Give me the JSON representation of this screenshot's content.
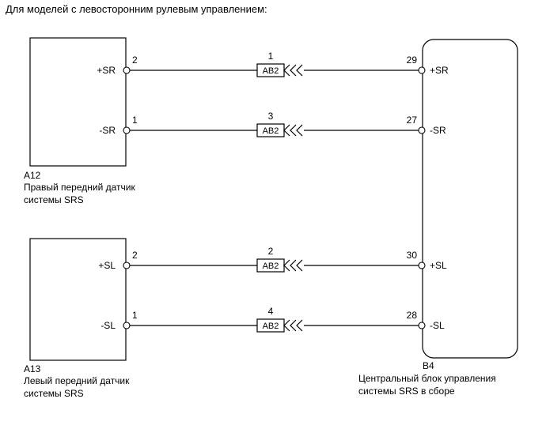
{
  "title": "Для моделей с левосторонним рулевым управлением:",
  "components": {
    "a12": {
      "code": "A12",
      "caption_line1": "Правый передний датчик",
      "caption_line2": "системы SRS"
    },
    "a13": {
      "code": "A13",
      "caption_line1": "Левый передний датчик",
      "caption_line2": "системы SRS"
    },
    "b4": {
      "code": "B4",
      "caption_line1": "Центральный блок управления",
      "caption_line2": "системы SRS в сборе"
    }
  },
  "wires": [
    {
      "left_signal": "+SR",
      "left_pin": "2",
      "connector": "AB2",
      "connector_pin": "1",
      "right_pin": "29",
      "right_signal": "+SR"
    },
    {
      "left_signal": "-SR",
      "left_pin": "1",
      "connector": "AB2",
      "connector_pin": "3",
      "right_pin": "27",
      "right_signal": "-SR"
    },
    {
      "left_signal": "+SL",
      "left_pin": "2",
      "connector": "AB2",
      "connector_pin": "2",
      "right_pin": "30",
      "right_signal": "+SL"
    },
    {
      "left_signal": "-SL",
      "left_pin": "1",
      "connector": "AB2",
      "connector_pin": "4",
      "right_pin": "28",
      "right_signal": "-SL"
    }
  ]
}
